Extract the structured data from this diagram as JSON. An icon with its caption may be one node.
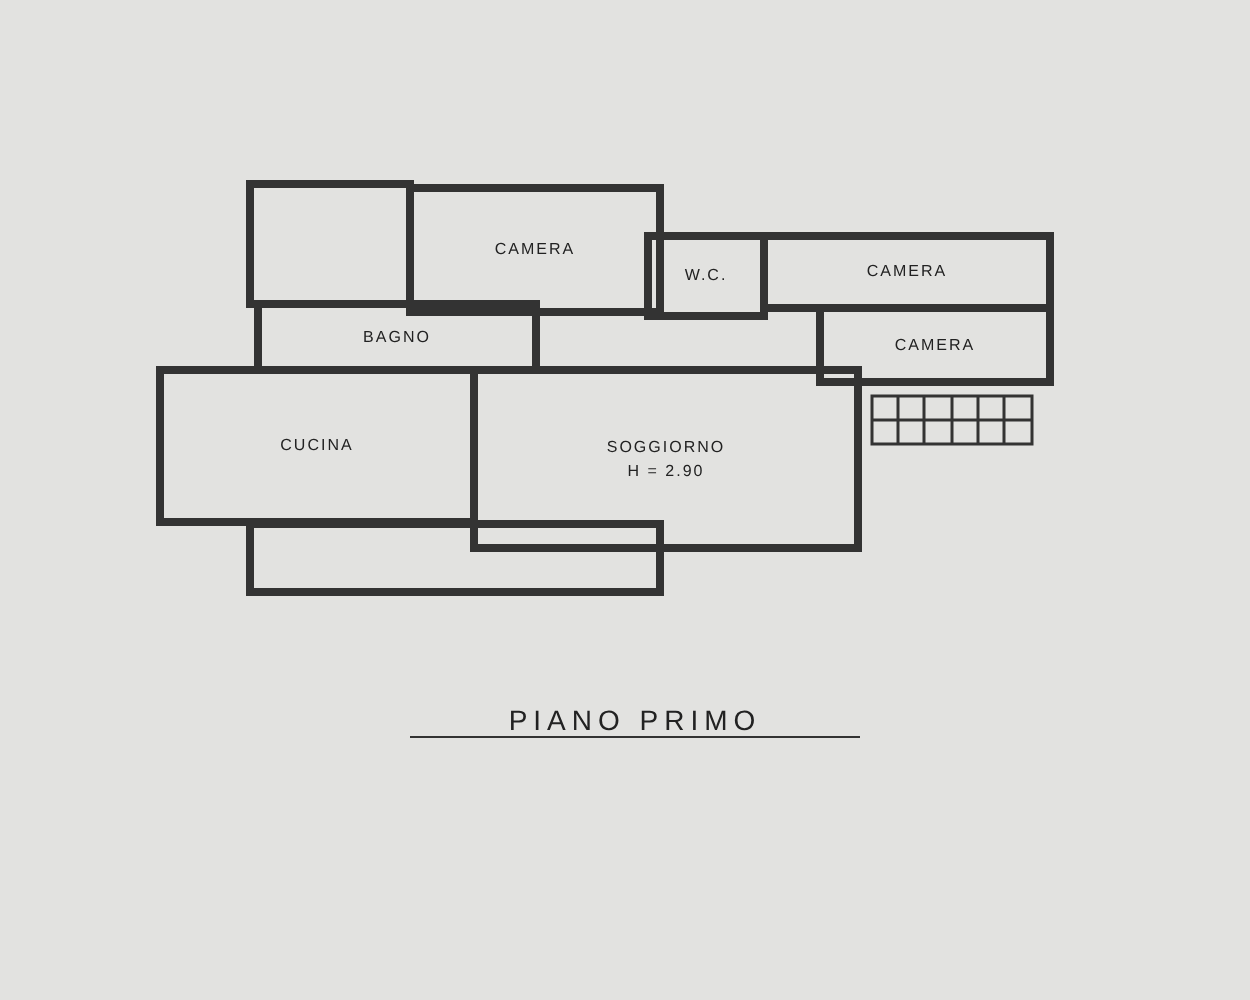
{
  "diagram": {
    "title": "PIANO PRIMO",
    "nodes": [
      {
        "text": [],
        "shape": "box"
      },
      {
        "text": [
          "CAMERA"
        ]
      },
      {
        "text": [
          "W.C."
        ]
      },
      {
        "text": [
          "CAMERA"
        ]
      },
      {
        "text": [
          "BAGNO"
        ]
      },
      {
        "text": [
          "CAMERA"
        ]
      },
      {
        "text": [
          "CUCINA"
        ]
      },
      {
        "text": [
          "SOGGIORNO",
          "H = 2.90"
        ]
      },
      {
        "text": [],
        "shape": "box"
      }
    ]
  }
}
